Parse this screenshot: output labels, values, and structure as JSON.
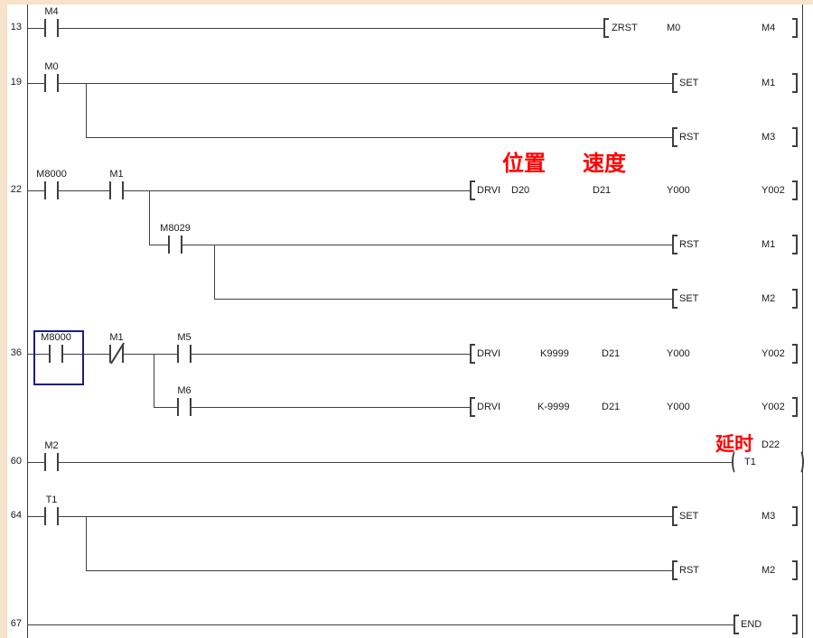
{
  "colors": {
    "wire": "#3f3f3f",
    "text": "#1a1a1a",
    "annotation": "#ff0000",
    "selection_cursor": "#1c1c8f",
    "window_frame": "#f8e2c9",
    "background": "#ffffff"
  },
  "steps": {
    "s13": "13",
    "s19": "19",
    "s22": "22",
    "s36": "36",
    "s60": "60",
    "s64": "64",
    "s67": "67"
  },
  "contacts": {
    "r1_m4": "M4",
    "r2_m0": "M0",
    "r3_m8000": "M8000",
    "r3_m1": "M1",
    "r3_m8029": "M8029",
    "r4_m8000": "M8000",
    "r4_m1": "M1",
    "r4_m5": "M5",
    "r4_m6": "M6",
    "r5_m2": "M2",
    "r6_t1": "T1"
  },
  "instr": {
    "zrst": {
      "op": "ZRST",
      "a1": "M0",
      "a2": "M4"
    },
    "set_m1": {
      "op": "SET",
      "a1": "M1"
    },
    "rst_m3": {
      "op": "RST",
      "a1": "M3"
    },
    "drvi1": {
      "op": "DRVI",
      "a1": "D20",
      "a2": "D21",
      "a3": "Y000",
      "a4": "Y002"
    },
    "rst_m1": {
      "op": "RST",
      "a1": "M1"
    },
    "set_m2": {
      "op": "SET",
      "a1": "M2"
    },
    "drvi2": {
      "op": "DRVI",
      "a1": "K9999",
      "a2": "D21",
      "a3": "Y000",
      "a4": "Y002"
    },
    "drvi3": {
      "op": "DRVI",
      "a1": "K-9999",
      "a2": "D21",
      "a3": "Y000",
      "a4": "Y002"
    },
    "set_m3": {
      "op": "SET",
      "a1": "M3"
    },
    "rst_m2": {
      "op": "RST",
      "a1": "M2"
    },
    "end": {
      "op": "END"
    }
  },
  "timer": {
    "coil": "T1",
    "preset": "D22"
  },
  "annotations": {
    "position": "位置",
    "speed": "速度",
    "delay": "延时"
  }
}
